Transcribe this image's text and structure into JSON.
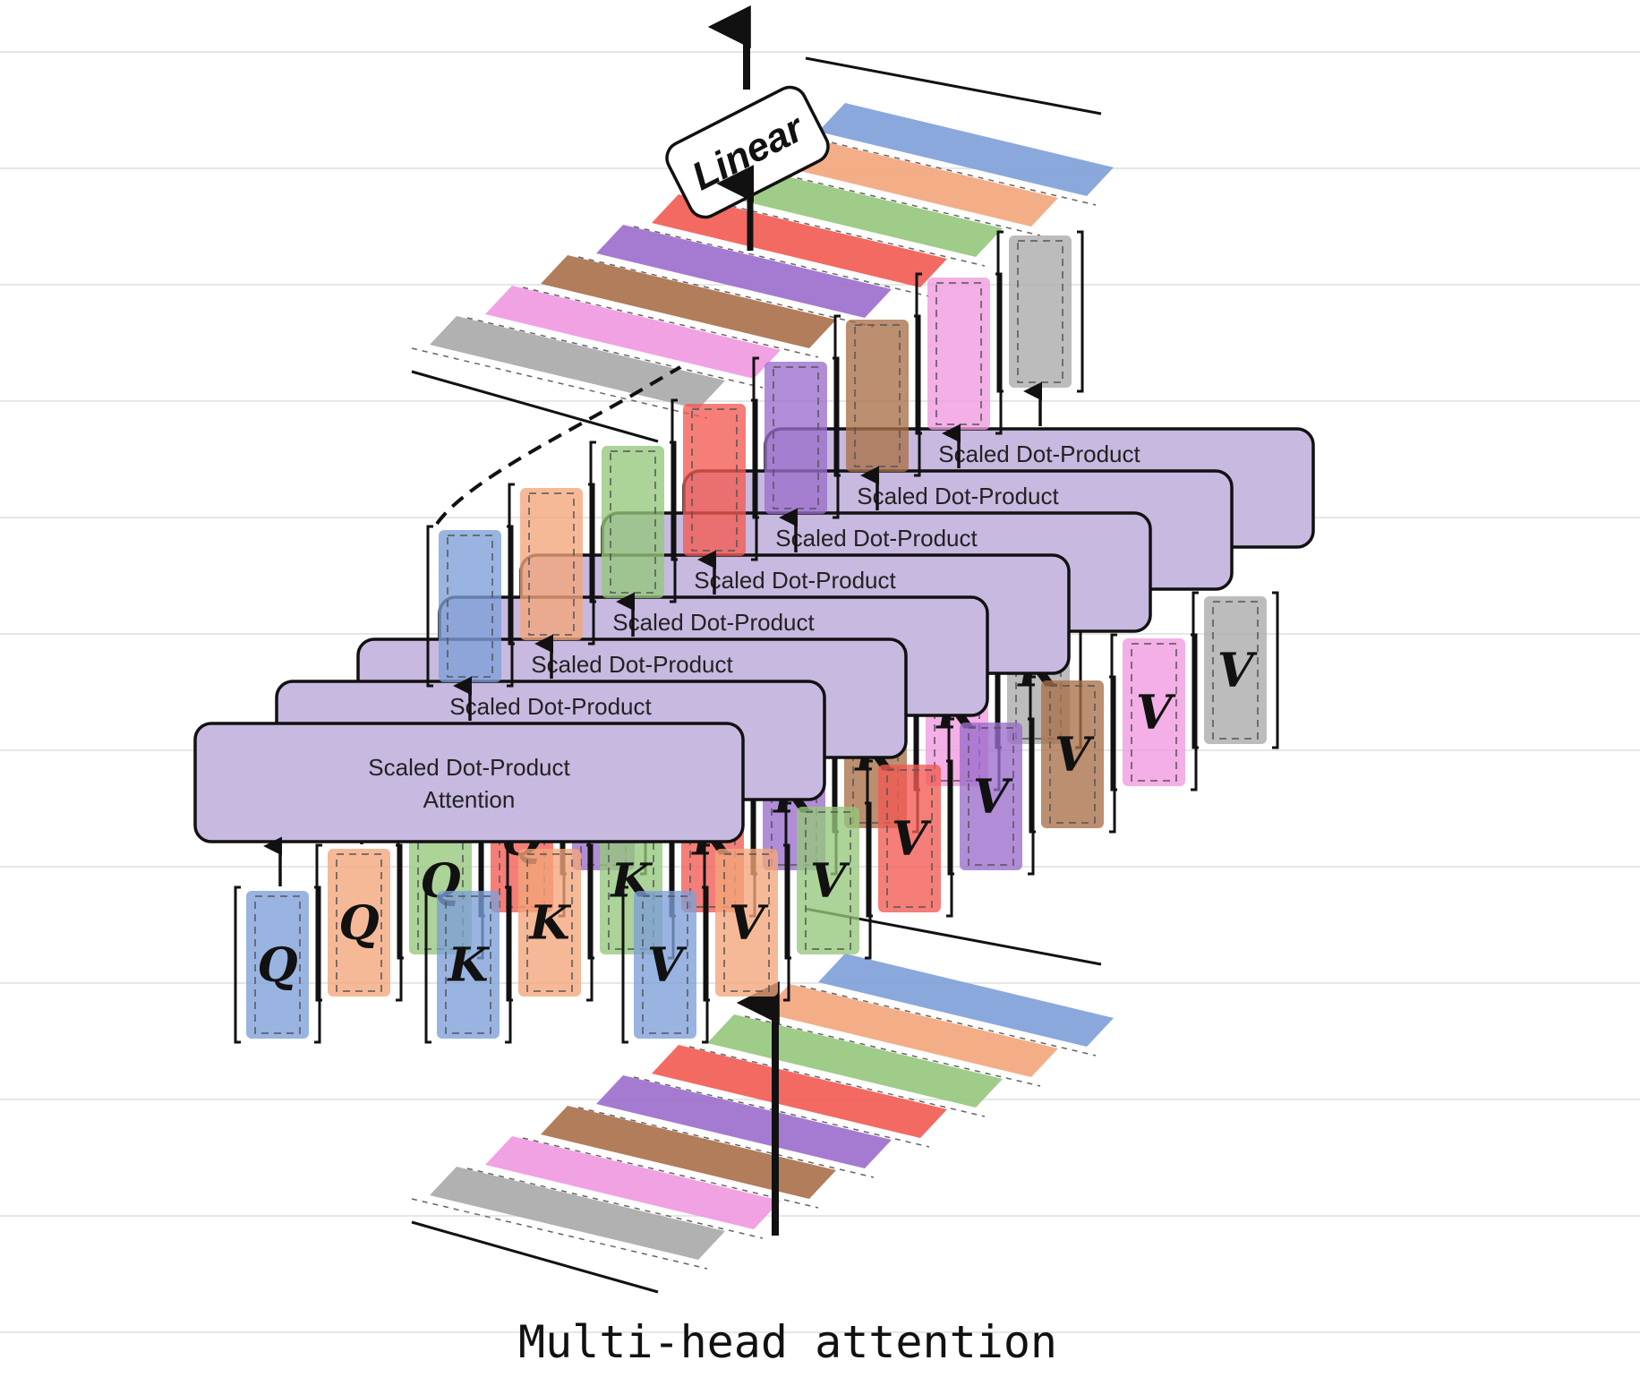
{
  "caption": "Multi-head attention",
  "linear_label": "Linear",
  "attention_box": {
    "line1": "Scaled Dot-Product",
    "line2": "Attention",
    "repeated_label": "Scaled Dot-Product"
  },
  "matrix_labels": {
    "q": "Q",
    "k": "K",
    "v": "V"
  },
  "colors": {
    "blue": "#7e9fd9",
    "orange": "#f3a57a",
    "green": "#95c77b",
    "red": "#f25a52",
    "purple": "#9b6dcc",
    "brown": "#a96f48",
    "pink": "#ef98df",
    "gray": "#a9a9a9",
    "box_fill": "#c8b9e0",
    "box_stroke": "#111111",
    "rule_line": "#e6e6e6"
  },
  "head_count": 8
}
